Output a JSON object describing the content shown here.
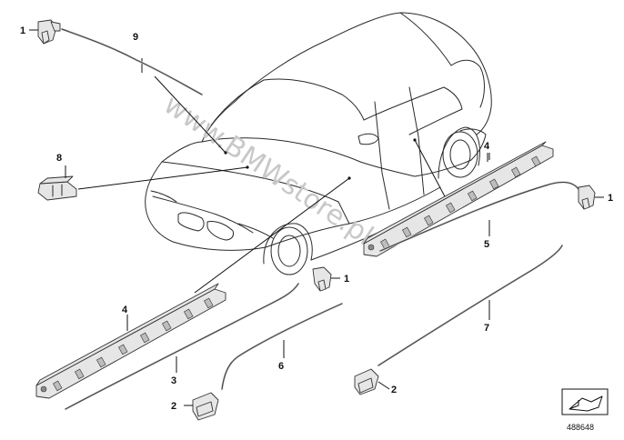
{
  "diagram": {
    "watermark": "www.BMWstore.pl",
    "reference_number": "488648",
    "callouts": {
      "c1_top": "1",
      "c9": "9",
      "c8": "8",
      "c4_right": "4",
      "c1_right": "1",
      "c5": "5",
      "c1_mid": "1",
      "c4_left": "4",
      "c7": "7",
      "c3": "3",
      "c6": "6",
      "c2_left": "2",
      "c2_right": "2"
    },
    "icons": {
      "direction_symbol": "arrow-icon"
    }
  }
}
